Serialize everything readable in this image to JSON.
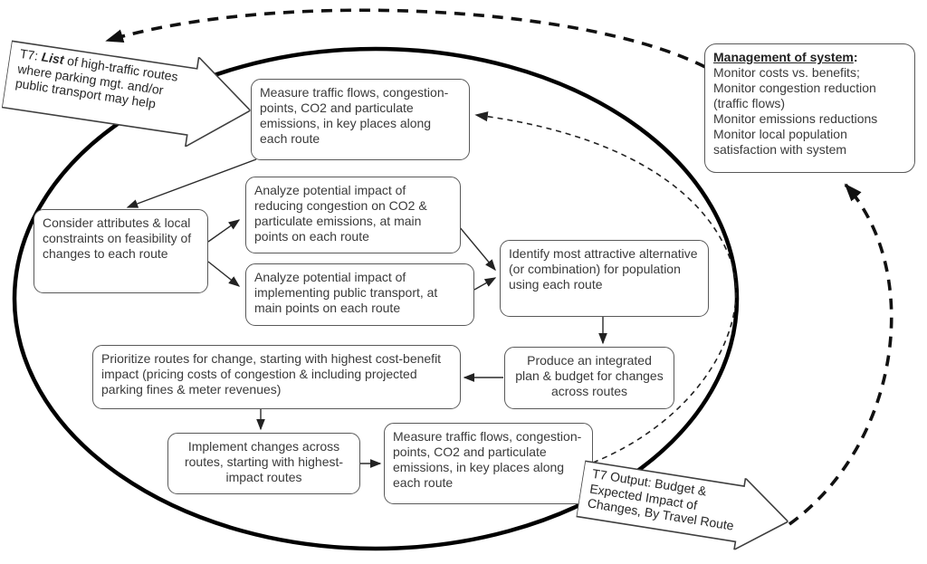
{
  "colors": {
    "ink": "#1a1a1a",
    "box_border": "#595959",
    "box_text": "#3a3a3a",
    "background": "#ffffff"
  },
  "banners": {
    "t7_list": {
      "line1_prefix": "T7: ",
      "line1_bold": "List",
      "line1_rest": " of high-traffic routes",
      "line2": "where parking mgt. and/or",
      "line3": "public transport may help"
    },
    "t7_output": {
      "line1": "T7 Output: Budget &",
      "line2": "Expected Impact of",
      "line3": "Changes, By Travel Route"
    }
  },
  "management": {
    "title": "Management of system",
    "colon": ":",
    "lines": [
      "Monitor costs vs. benefits;",
      "Monitor congestion reduction (traffic flows)",
      "Monitor emissions reductions",
      "Monitor local population satisfaction with system"
    ]
  },
  "boxes": {
    "measure_top": {
      "text": "Measure traffic flows, congestion-points, CO2 and particulate emissions, in key places along each route"
    },
    "consider": {
      "text": "Consider attributes & local constraints on feasibility of changes to each route"
    },
    "analyze_congestion": {
      "text": "Analyze potential impact of reducing congestion on CO2 & particulate emissions, at main points on each route"
    },
    "analyze_transport": {
      "text": "Analyze potential impact of implementing public transport, at main points on each route"
    },
    "identify": {
      "text": "Identify most attractive alternative (or combination) for population using each route"
    },
    "produce": {
      "text": "Produce an integrated plan & budget for changes across routes"
    },
    "prioritize": {
      "text": "Prioritize routes for change, starting with highest cost-benefit impact (pricing costs of congestion & including projected parking fines & meter revenues)"
    },
    "implement": {
      "text": "Implement changes across routes, starting with highest-impact routes"
    },
    "measure_bottom": {
      "text": "Measure traffic flows, congestion-points, CO2 and particulate emissions, in key places along each route"
    }
  }
}
